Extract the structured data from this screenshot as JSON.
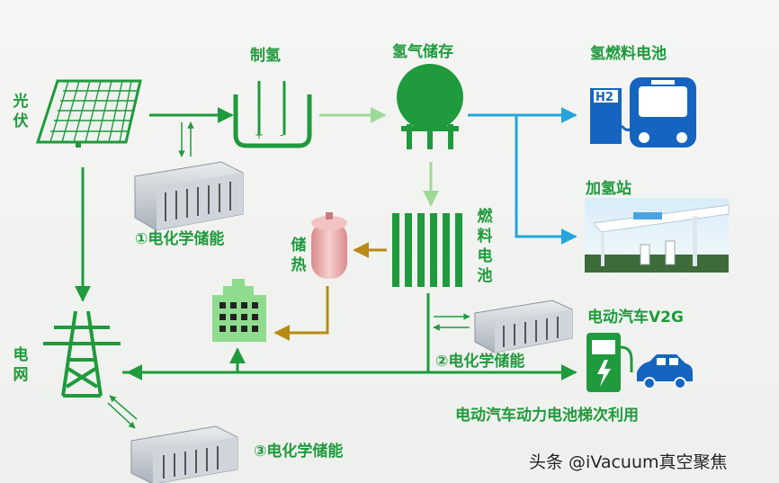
{
  "labels": {
    "solar": "光伏",
    "electrolysis": "制氢",
    "h2_storage": "氢气储存",
    "fuel_cell_vehicle": "氢燃料电池",
    "h2_station": "加氢站",
    "fuel_cell": "燃料电池",
    "heat_storage": "储热",
    "grid": "电网",
    "ev_v2g": "电动汽车V2G",
    "storage_1": "①电化学储能",
    "storage_2": "②电化学储能",
    "storage_3": "③电化学储能",
    "battery_reuse": "电动汽车动力电池梯次利用",
    "electrode_plus": "+",
    "electrode_minus": "-",
    "h2_sign": "H2"
  },
  "watermark": "头条 @iVacuum真空聚焦",
  "colors": {
    "green": "#1f9a3c",
    "light_green": "#9ed99a",
    "blue": "#25a5dc",
    "brown": "#b88a16",
    "heat_tank": "#e9a3a3",
    "building": "#8fdc8f"
  }
}
